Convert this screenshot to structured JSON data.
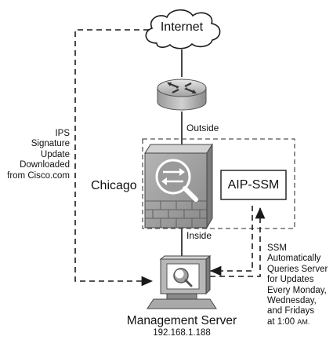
{
  "cloud": {
    "label": "Internet"
  },
  "router": {
    "icon": "router-icon"
  },
  "firewall": {
    "icon": "asa-firewall-icon",
    "site_label": "Chicago"
  },
  "interfaces": {
    "outside": "Outside",
    "inside": "Inside"
  },
  "module": {
    "label": "AIP-SSM"
  },
  "left_note": {
    "lines": [
      "IPS",
      "Signature",
      "Update",
      "Downloaded",
      "from Cisco.com"
    ]
  },
  "right_note": {
    "lines": [
      "SSM",
      "Automatically",
      "Queries Server",
      "for Updates",
      "Every Monday,",
      "Wednesday,",
      "and Fridays"
    ],
    "last_line_prefix": "at 1:00 ",
    "last_line_suffix": "AM."
  },
  "server": {
    "icon": "workstation-icon",
    "title": "Management Server",
    "ip": "192.168.1.188"
  },
  "colors": {
    "line": "#1a1a1a",
    "device_gray": "#8c8c8c",
    "dashed_box": "#555555"
  }
}
